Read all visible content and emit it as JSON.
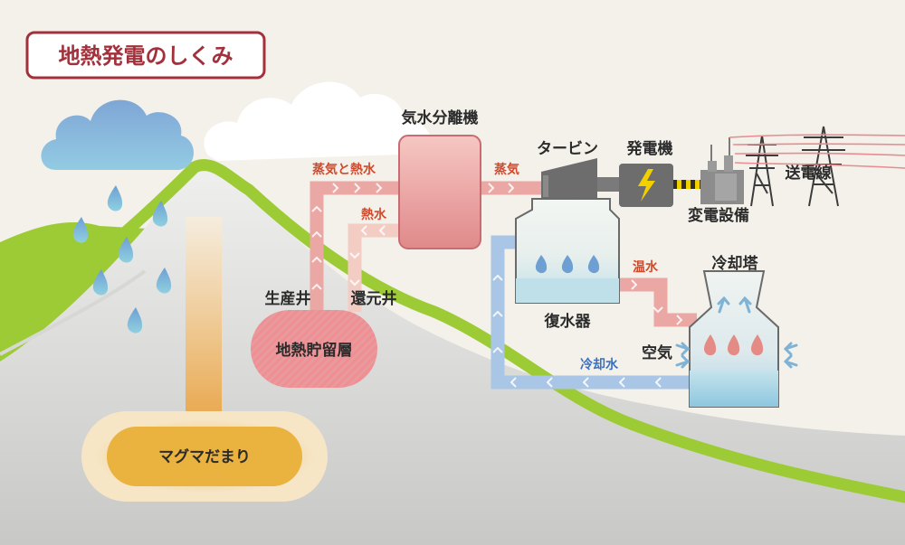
{
  "title": "地熱発電のしくみ",
  "components": {
    "separator": "気水分離機",
    "turbine": "タービン",
    "generator": "発電機",
    "transformer": "変電設備",
    "transmission": "送電線",
    "condenser": "復水器",
    "cooling_tower": "冷却塔",
    "production_well": "生産井",
    "reinjection_well": "還元井",
    "reservoir": "地熱貯留層",
    "magma": "マグマだまり"
  },
  "flows": {
    "steam_and_hot_water": "蒸気と熱水",
    "hot_water_reinjection": "熱水",
    "steam": "蒸気",
    "warm_water": "温水",
    "cooling_water": "冷却水",
    "air": "空気"
  },
  "colors": {
    "title_border": "#a3313c",
    "steam_pipe": "#eba7a4",
    "hot_water_pipe": "#f3cdc4",
    "cooling_pipe": "#a9c6e6",
    "magma": "#eab23f",
    "mountain_line": "#9ccb36",
    "warm_label": "#cf4a2d",
    "cool_label": "#3c6fbf",
    "lightning": "#f2d000"
  }
}
